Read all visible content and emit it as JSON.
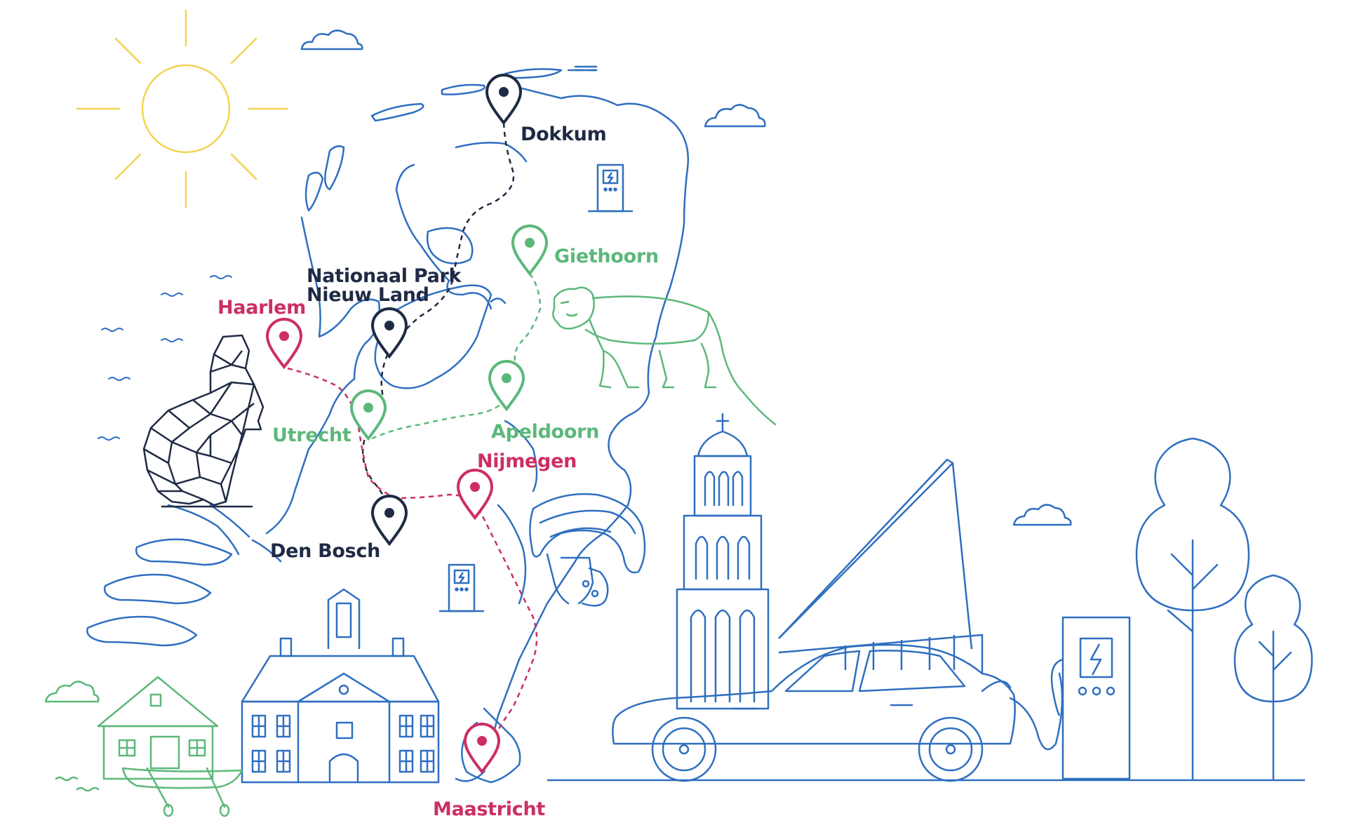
{
  "colors": {
    "navy": "#1f2a44",
    "pink": "#cc2f63",
    "green": "#5cb87a",
    "blue": "#2f6fc0",
    "yellow": "#f2d451"
  },
  "routes": {
    "navy": [
      "Dokkum",
      "Nationaal Park Nieuw Land",
      "Den Bosch"
    ],
    "pink": [
      "Haarlem",
      "Nijmegen",
      "Maastricht"
    ],
    "green": [
      "Giethoorn",
      "Apeldoorn",
      "Utrecht"
    ]
  },
  "places": {
    "dokkum": "Dokkum",
    "nationaal_park_line1": "Nationaal Park",
    "nationaal_park_line2": "Nieuw Land",
    "den_bosch": "Den Bosch",
    "haarlem": "Haarlem",
    "nijmegen": "Nijmegen",
    "maastricht": "Maastricht",
    "giethoorn": "Giethoorn",
    "apeldoorn": "Apeldoorn",
    "utrecht": "Utrecht"
  },
  "icons": [
    "sun-icon",
    "cloud-icon",
    "map-pin-icon",
    "charging-station-icon",
    "monkey-illustration",
    "roman-helmet-illustration",
    "church-tower-illustration",
    "electric-car-illustration",
    "tree-icon",
    "house-icon",
    "rowing-boat-icon",
    "mansion-illustration",
    "geometric-statue-illustration"
  ]
}
